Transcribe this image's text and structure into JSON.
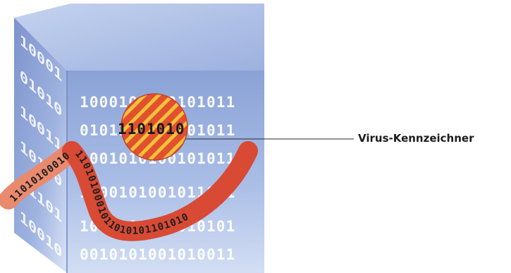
{
  "cube": {
    "front_rows": [
      "1000101100101011",
      "0101101010101011",
      "1001010100101011",
      "1100101001011011",
      "1010100101010101",
      "0010101001010011"
    ],
    "side_rows": [
      "10001",
      "01010",
      "10011",
      "10100",
      "01101",
      "10010"
    ]
  },
  "marker": {
    "code": "1101010",
    "callout_label": "Virus-Kennzeichner"
  },
  "worm": {
    "code_left": "110101000101",
    "code_right": "1101010001011010101101010"
  },
  "colors": {
    "cube_front_top": "#8fa6d8",
    "cube_front_bottom": "#c9d8f2",
    "cube_top": "#aebfe6",
    "cube_side": "#7e95cf",
    "worm_body": "#d84a34",
    "worm_light": "#e98a6e",
    "marker_red": "#e2502e",
    "marker_yellow": "#f2c23a"
  }
}
